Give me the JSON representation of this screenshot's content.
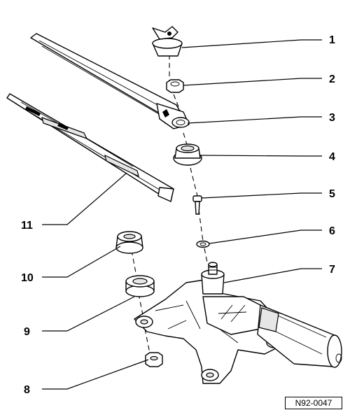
{
  "diagram": {
    "callouts": [
      {
        "number": "1",
        "part": "cap"
      },
      {
        "number": "2",
        "part": "nut"
      },
      {
        "number": "3",
        "part": "wiper-arm-end"
      },
      {
        "number": "4",
        "part": "seal-bush"
      },
      {
        "number": "5",
        "part": "pin"
      },
      {
        "number": "6",
        "part": "washer"
      },
      {
        "number": "7",
        "part": "wiper-motor"
      },
      {
        "number": "8",
        "part": "mounting-nut"
      },
      {
        "number": "9",
        "part": "rubber-mount"
      },
      {
        "number": "10",
        "part": "grommet"
      },
      {
        "number": "11",
        "part": "wiper-blade"
      }
    ],
    "reference_code": "N92-0047"
  }
}
